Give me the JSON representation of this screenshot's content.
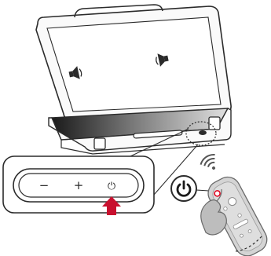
{
  "diagram": {
    "control_panel": {
      "buttons": [
        {
          "name": "volume-down",
          "symbol": "−"
        },
        {
          "name": "volume-up",
          "symbol": "+"
        },
        {
          "name": "power",
          "symbol": "⏻"
        }
      ],
      "highlighted_button": "power"
    },
    "remote": {
      "callout_icon": "power-icon",
      "signal_icon": "wireless-signal-icon"
    },
    "colors": {
      "arrow": "#c8102e",
      "remote_dot": "#e0001b",
      "outline": "#2b2b2b"
    }
  }
}
